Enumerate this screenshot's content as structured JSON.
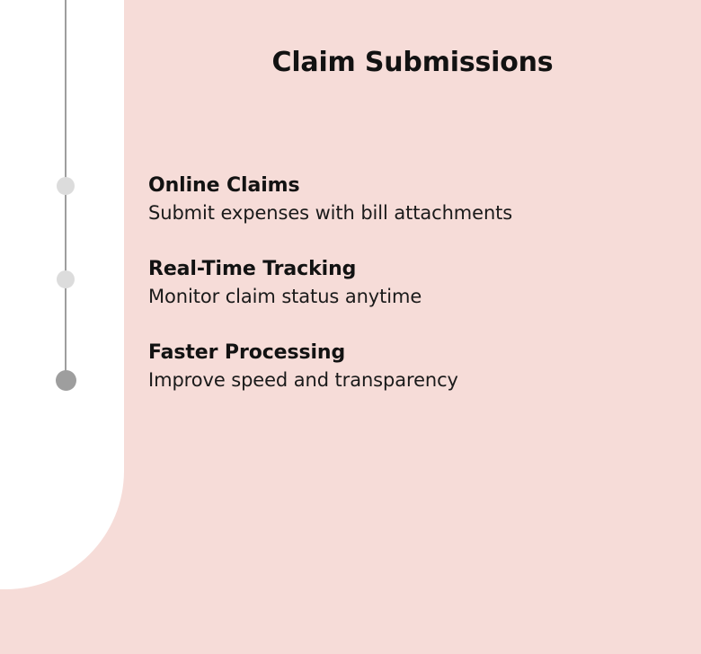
{
  "slide": {
    "title": "Claim Submissions",
    "background_color": "#F6DCD8",
    "panel_color": "#FFFFFF",
    "text_color": "#121212"
  },
  "timeline": {
    "line_color": "#9E9E9E",
    "dots": [
      {
        "name": "timeline-dot-1",
        "color": "#DCDCDC",
        "state": "inactive"
      },
      {
        "name": "timeline-dot-2",
        "color": "#DCDCDC",
        "state": "inactive"
      },
      {
        "name": "timeline-dot-3",
        "color": "#9E9E9E",
        "state": "active"
      }
    ]
  },
  "features": [
    {
      "heading": "Online Claims",
      "description": "Submit expenses with bill attachments"
    },
    {
      "heading": "Real-Time Tracking",
      "description": "Monitor claim status anytime"
    },
    {
      "heading": "Faster Processing",
      "description": "Improve speed and transparency"
    }
  ]
}
